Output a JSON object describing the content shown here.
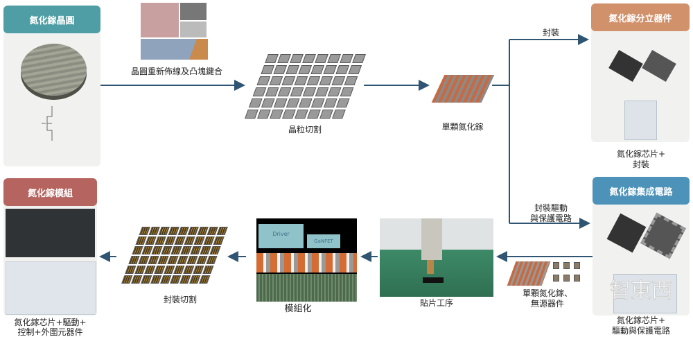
{
  "cards": {
    "wafer": {
      "title": "氮化鎵晶圓",
      "color": "#4f9ea5"
    },
    "discrete": {
      "title": "氮化鎵分立器件",
      "color": "#d1916b",
      "caption_1": "氮化鎵芯片+",
      "caption_2": "封裝"
    },
    "ic": {
      "title": "氮化鎵集成電路",
      "color": "#4d93b9",
      "caption_1": "氮化鎵芯片+",
      "caption_2": "驅動與保護電路"
    },
    "module": {
      "title": "氮化鎵模組",
      "color": "#b5645f",
      "caption_1": "氮化鎵芯片+驅動+",
      "caption_2": "控制+外圍元器件"
    }
  },
  "steps": {
    "redistribution": "晶圓重新佈線及凸塊鍵合",
    "dicing": "晶粒切割",
    "single_die": "單顆氮化鎵",
    "packaging": "封裝",
    "package_driver_1": "封裝驅動",
    "package_driver_2": "與保護電路",
    "passives_1": "單顆氮化鎵、",
    "passives_2": "無源器件",
    "pick_place": "貼片工序",
    "modularization": "模組化",
    "package_dicing": "封裝切割"
  },
  "cross_section": {
    "driver": "Driver",
    "ganfet": "GaNFET"
  },
  "watermark": "智東西",
  "arrow_color": "#2f5573"
}
